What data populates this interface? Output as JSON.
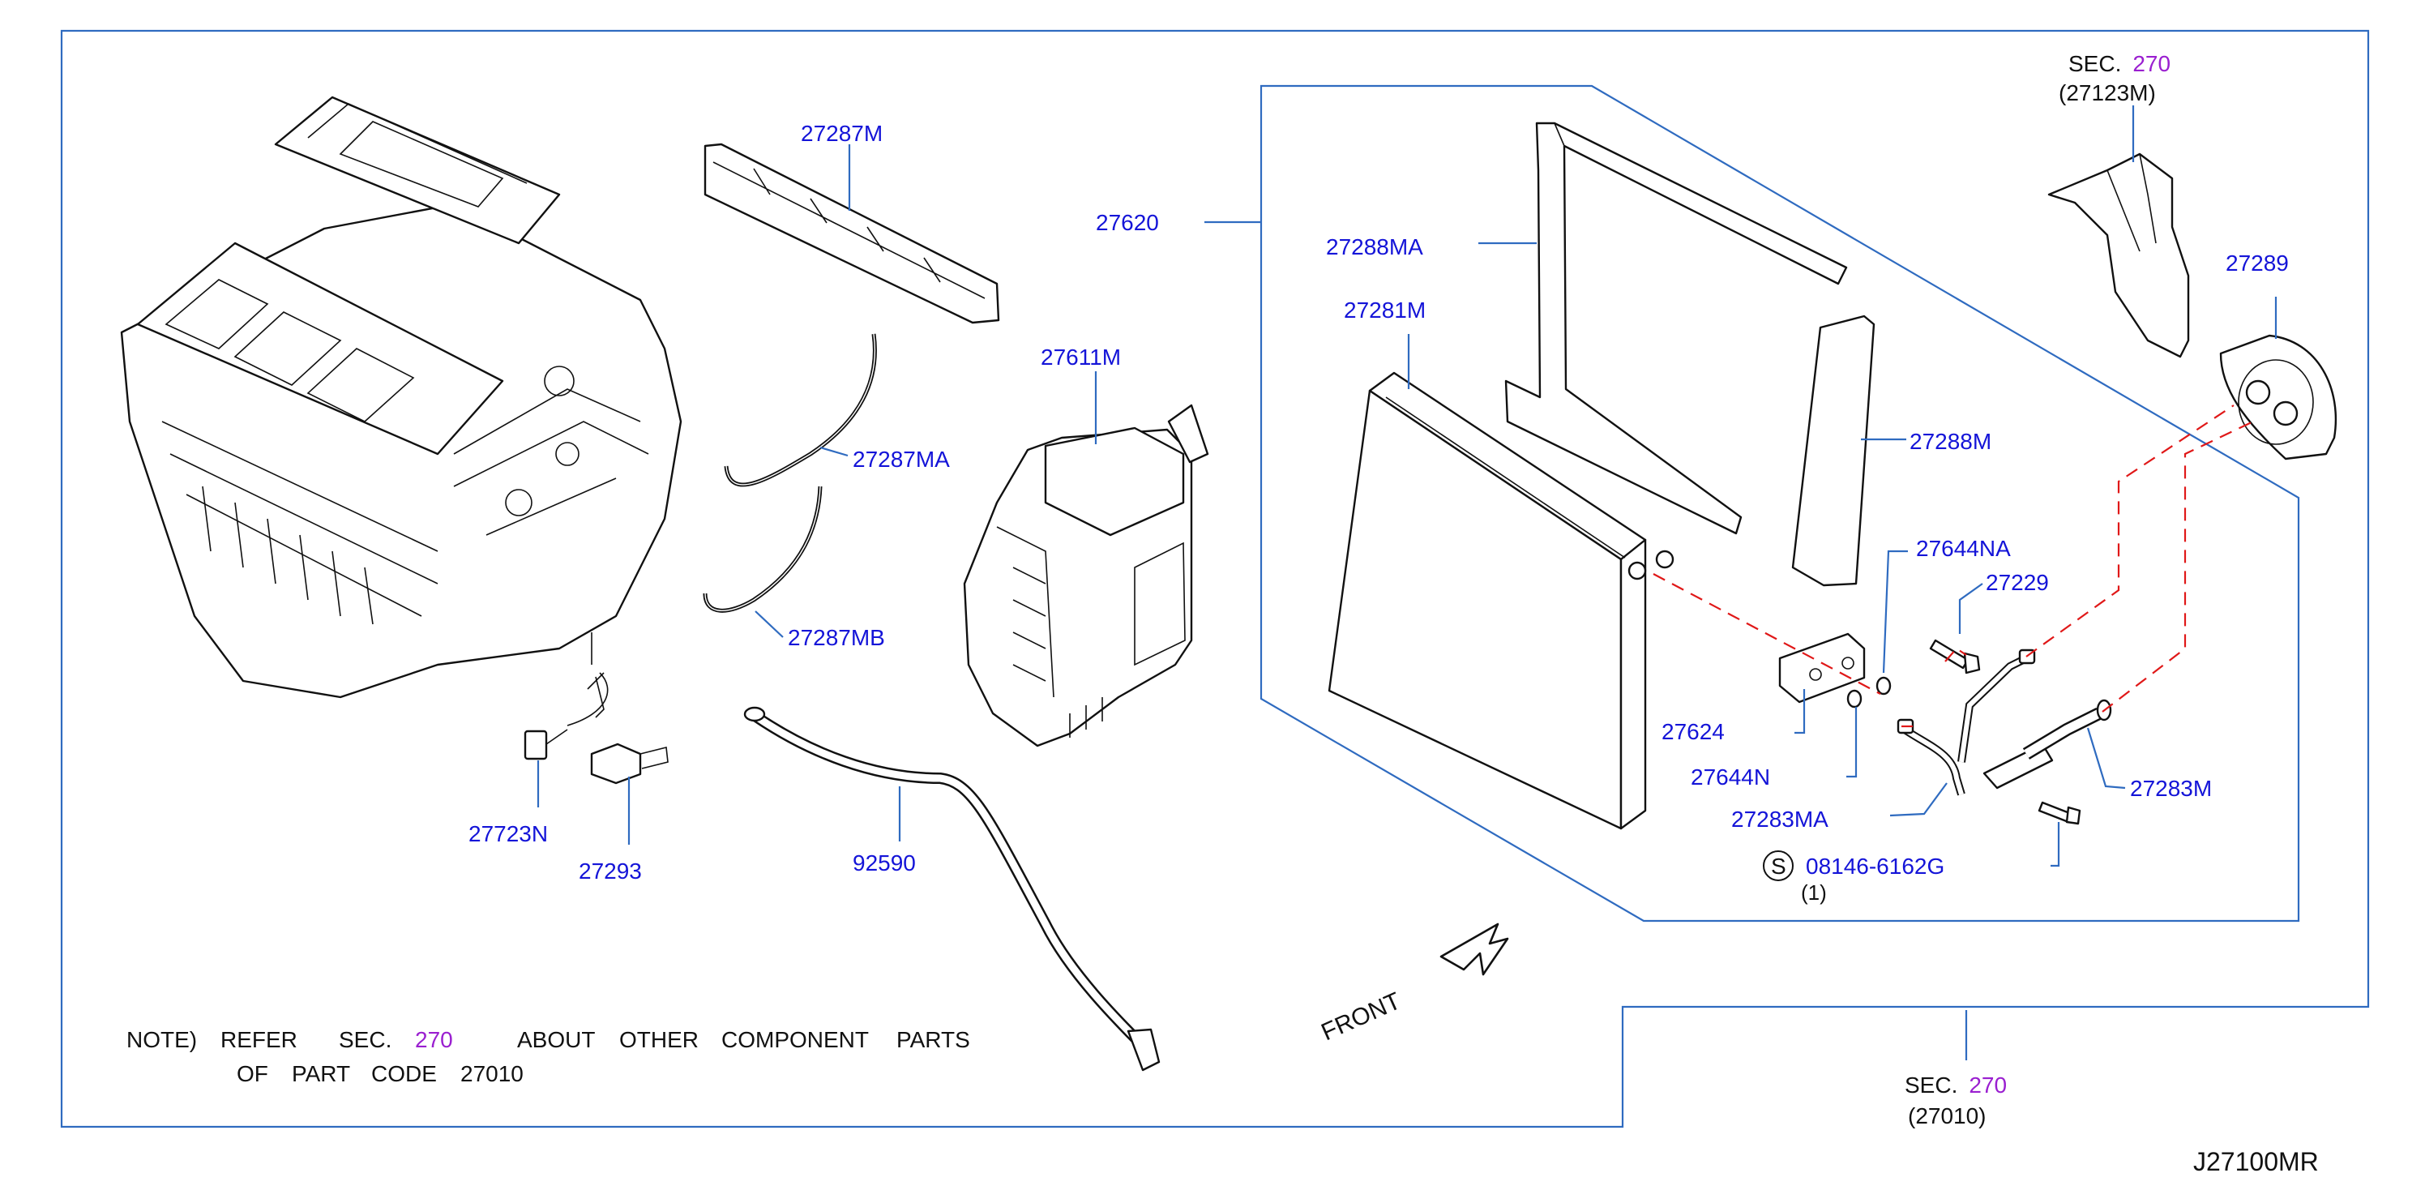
{
  "colors": {
    "label": "#1414d8",
    "section_ref": "#9a1fd0",
    "frame": "#2f6bc0",
    "dashed_route": "#e01818",
    "ink": "#111111"
  },
  "labels": {
    "p27287M": "27287M",
    "p27620": "27620",
    "p27288MA": "27288MA",
    "p27281M": "27281M",
    "p27611M": "27611M",
    "p27287MA": "27287MA",
    "p27287MB": "27287MB",
    "p27288M": "27288M",
    "p27644NA": "27644NA",
    "p27229": "27229",
    "p27624": "27624",
    "p27644N": "27644N",
    "p27283MA": "27283MA",
    "p27283M": "27283M",
    "p27289": "27289",
    "p27723N": "27723N",
    "p27293": "27293",
    "p92590": "92590",
    "screw_symbol": "S",
    "screw_code": "08146-6162G",
    "screw_qty": "(1)"
  },
  "section_refs": {
    "top": {
      "prefix": "SEC.",
      "number": "270",
      "code": "(27123M)"
    },
    "bottom": {
      "prefix": "SEC.",
      "number": "270",
      "code": "(27010)"
    }
  },
  "note": {
    "line1_words": [
      "NOTE)",
      "REFER",
      "SEC.",
      "270",
      "ABOUT",
      "OTHER",
      "COMPONENT",
      "PARTS"
    ],
    "line2_words": [
      "OF",
      "PART",
      "CODE",
      "27010"
    ]
  },
  "front_label": "FRONT",
  "diagram_id": "J27100MR"
}
